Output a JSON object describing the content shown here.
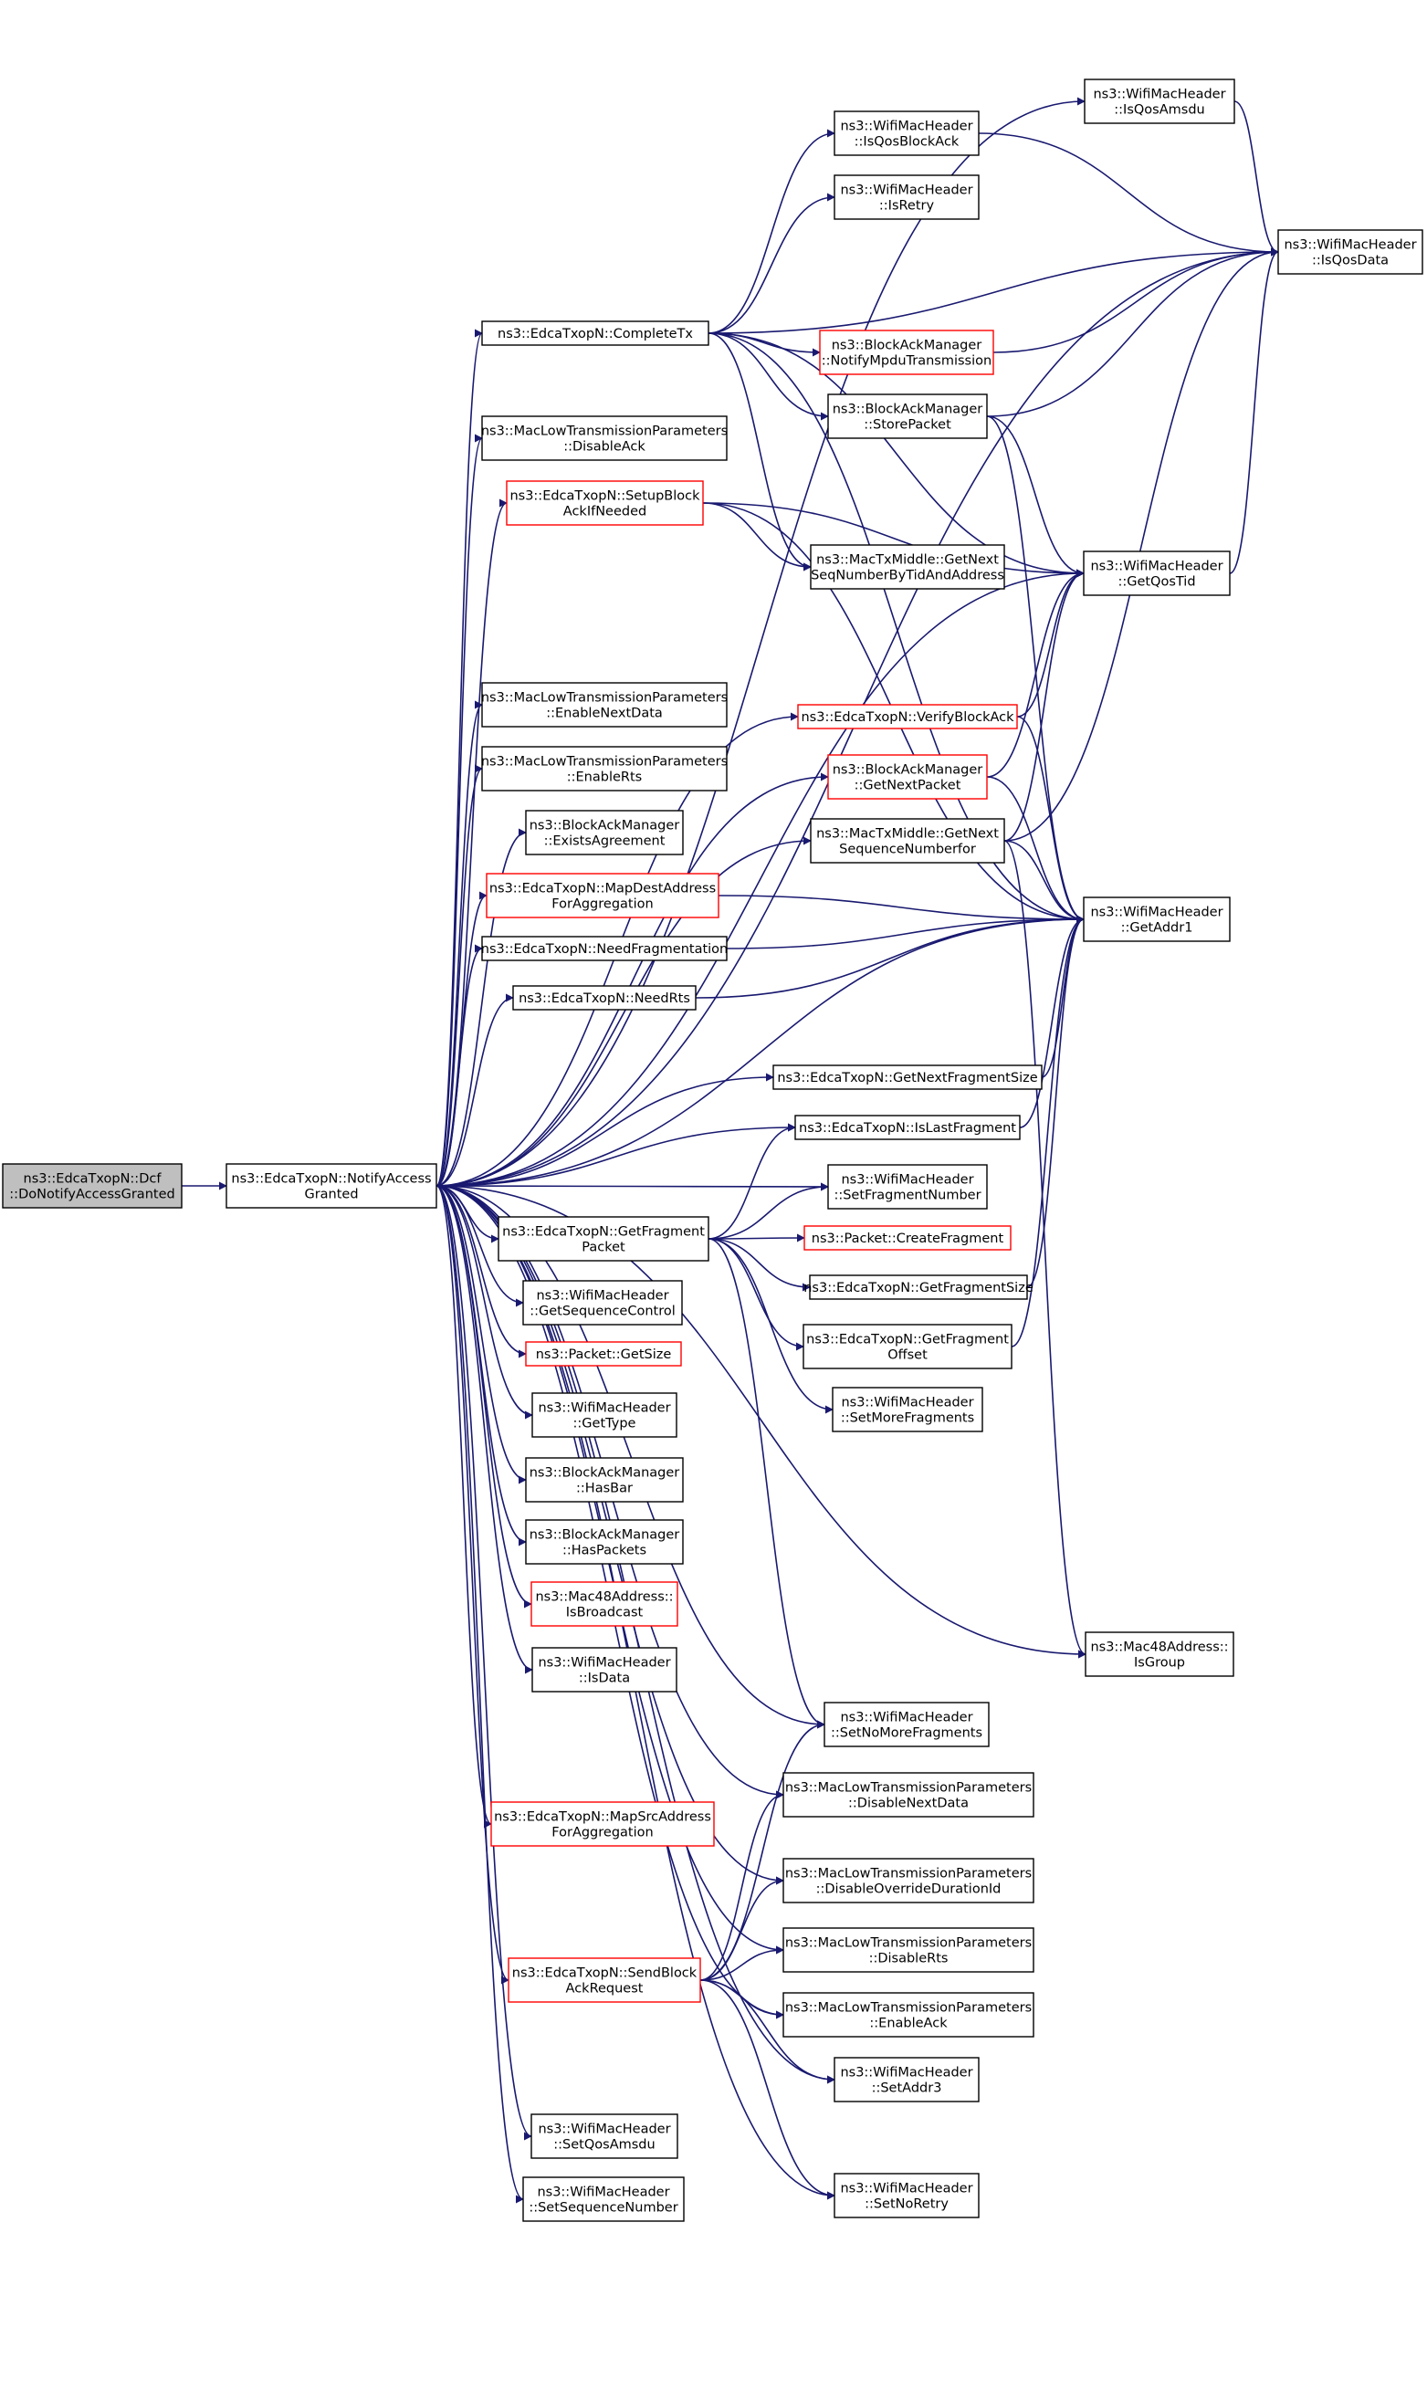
{
  "nodes": [
    {
      "id": "root",
      "lines": [
        "ns3::EdcaTxopN::Dcf",
        "::DoNotifyAccessGranted"
      ],
      "style": "root"
    },
    {
      "id": "nag",
      "lines": [
        "ns3::EdcaTxopN::NotifyAccess",
        "Granted"
      ],
      "style": "normal"
    },
    {
      "id": "isqosamsdu",
      "lines": [
        "ns3::WifiMacHeader",
        "::IsQosAmsdu"
      ],
      "style": "normal"
    },
    {
      "id": "isqosblockack",
      "lines": [
        "ns3::WifiMacHeader",
        "::IsQosBlockAck"
      ],
      "style": "normal"
    },
    {
      "id": "isretry",
      "lines": [
        "ns3::WifiMacHeader",
        "::IsRetry"
      ],
      "style": "normal"
    },
    {
      "id": "isqosdata",
      "lines": [
        "ns3::WifiMacHeader",
        "::IsQosData"
      ],
      "style": "normal"
    },
    {
      "id": "completetx",
      "lines": [
        "ns3::EdcaTxopN::CompleteTx"
      ],
      "style": "normal"
    },
    {
      "id": "notifympdu",
      "lines": [
        "ns3::BlockAckManager",
        "::NotifyMpduTransmission"
      ],
      "style": "red"
    },
    {
      "id": "storepacket",
      "lines": [
        "ns3::BlockAckManager",
        "::StorePacket"
      ],
      "style": "normal"
    },
    {
      "id": "disableack",
      "lines": [
        "ns3::MacLowTransmissionParameters",
        "::DisableAck"
      ],
      "style": "normal"
    },
    {
      "id": "setupblockack",
      "lines": [
        "ns3::EdcaTxopN::SetupBlock",
        "AckIfNeeded"
      ],
      "style": "red"
    },
    {
      "id": "getnextseqbytid",
      "lines": [
        "ns3::MacTxMiddle::GetNext",
        "SeqNumberByTidAndAddress"
      ],
      "style": "normal"
    },
    {
      "id": "getqostid",
      "lines": [
        "ns3::WifiMacHeader",
        "::GetQosTid"
      ],
      "style": "normal"
    },
    {
      "id": "enablenextdata",
      "lines": [
        "ns3::MacLowTransmissionParameters",
        "::EnableNextData"
      ],
      "style": "normal"
    },
    {
      "id": "verifyblockack",
      "lines": [
        "ns3::EdcaTxopN::VerifyBlockAck"
      ],
      "style": "red"
    },
    {
      "id": "enablerts",
      "lines": [
        "ns3::MacLowTransmissionParameters",
        "::EnableRts"
      ],
      "style": "normal"
    },
    {
      "id": "getnextpacket",
      "lines": [
        "ns3::BlockAckManager",
        "::GetNextPacket"
      ],
      "style": "red"
    },
    {
      "id": "existsagreement",
      "lines": [
        "ns3::BlockAckManager",
        "::ExistsAgreement"
      ],
      "style": "normal"
    },
    {
      "id": "getnextseqfor",
      "lines": [
        "ns3::MacTxMiddle::GetNext",
        "SequenceNumberfor"
      ],
      "style": "normal"
    },
    {
      "id": "mapdest",
      "lines": [
        "ns3::EdcaTxopN::MapDestAddress",
        "ForAggregation"
      ],
      "style": "red"
    },
    {
      "id": "getaddr1",
      "lines": [
        "ns3::WifiMacHeader",
        "::GetAddr1"
      ],
      "style": "normal"
    },
    {
      "id": "needfrag",
      "lines": [
        "ns3::EdcaTxopN::NeedFragmentation"
      ],
      "style": "normal"
    },
    {
      "id": "needrts",
      "lines": [
        "ns3::EdcaTxopN::NeedRts"
      ],
      "style": "normal"
    },
    {
      "id": "getnextfragsize",
      "lines": [
        "ns3::EdcaTxopN::GetNextFragmentSize"
      ],
      "style": "normal"
    },
    {
      "id": "islastfrag",
      "lines": [
        "ns3::EdcaTxopN::IsLastFragment"
      ],
      "style": "normal"
    },
    {
      "id": "setfragnum",
      "lines": [
        "ns3::WifiMacHeader",
        "::SetFragmentNumber"
      ],
      "style": "normal"
    },
    {
      "id": "getfragpacket",
      "lines": [
        "ns3::EdcaTxopN::GetFragment",
        "Packet"
      ],
      "style": "normal"
    },
    {
      "id": "createfrag",
      "lines": [
        "ns3::Packet::CreateFragment"
      ],
      "style": "red"
    },
    {
      "id": "getseqctrl",
      "lines": [
        "ns3::WifiMacHeader",
        "::GetSequenceControl"
      ],
      "style": "normal"
    },
    {
      "id": "getfragsize",
      "lines": [
        "ns3::EdcaTxopN::GetFragmentSize"
      ],
      "style": "normal"
    },
    {
      "id": "getfragoffset",
      "lines": [
        "ns3::EdcaTxopN::GetFragment",
        "Offset"
      ],
      "style": "normal"
    },
    {
      "id": "getsize",
      "lines": [
        "ns3::Packet::GetSize"
      ],
      "style": "red"
    },
    {
      "id": "gettype",
      "lines": [
        "ns3::WifiMacHeader",
        "::GetType"
      ],
      "style": "normal"
    },
    {
      "id": "setmorefrags",
      "lines": [
        "ns3::WifiMacHeader",
        "::SetMoreFragments"
      ],
      "style": "normal"
    },
    {
      "id": "hasbar",
      "lines": [
        "ns3::BlockAckManager",
        "::HasBar"
      ],
      "style": "normal"
    },
    {
      "id": "haspackets",
      "lines": [
        "ns3::BlockAckManager",
        "::HasPackets"
      ],
      "style": "normal"
    },
    {
      "id": "isbroadcast",
      "lines": [
        "ns3::Mac48Address::",
        "IsBroadcast"
      ],
      "style": "red"
    },
    {
      "id": "isgroup",
      "lines": [
        "ns3::Mac48Address::",
        "IsGroup"
      ],
      "style": "normal"
    },
    {
      "id": "isdata",
      "lines": [
        "ns3::WifiMacHeader",
        "::IsData"
      ],
      "style": "normal"
    },
    {
      "id": "setnomorefrags",
      "lines": [
        "ns3::WifiMacHeader",
        "::SetNoMoreFragments"
      ],
      "style": "normal"
    },
    {
      "id": "disablenextdata",
      "lines": [
        "ns3::MacLowTransmissionParameters",
        "::DisableNextData"
      ],
      "style": "normal"
    },
    {
      "id": "mapsrc",
      "lines": [
        "ns3::EdcaTxopN::MapSrcAddress",
        "ForAggregation"
      ],
      "style": "red"
    },
    {
      "id": "disableoverride",
      "lines": [
        "ns3::MacLowTransmissionParameters",
        "::DisableOverrideDurationId"
      ],
      "style": "normal"
    },
    {
      "id": "disablerts",
      "lines": [
        "ns3::MacLowTransmissionParameters",
        "::DisableRts"
      ],
      "style": "normal"
    },
    {
      "id": "sendbar",
      "lines": [
        "ns3::EdcaTxopN::SendBlock",
        "AckRequest"
      ],
      "style": "red"
    },
    {
      "id": "enableack",
      "lines": [
        "ns3::MacLowTransmissionParameters",
        "::EnableAck"
      ],
      "style": "normal"
    },
    {
      "id": "setaddr3",
      "lines": [
        "ns3::WifiMacHeader",
        "::SetAddr3"
      ],
      "style": "normal"
    },
    {
      "id": "setqosamsdu",
      "lines": [
        "ns3::WifiMacHeader",
        "::SetQosAmsdu"
      ],
      "style": "normal"
    },
    {
      "id": "setnoretry",
      "lines": [
        "ns3::WifiMacHeader",
        "::SetNoRetry"
      ],
      "style": "normal"
    },
    {
      "id": "setseqnum",
      "lines": [
        "ns3::WifiMacHeader",
        "::SetSequenceNumber"
      ],
      "style": "normal"
    }
  ],
  "edges": [
    [
      "root",
      "nag"
    ],
    [
      "nag",
      "completetx"
    ],
    [
      "nag",
      "disableack"
    ],
    [
      "nag",
      "setupblockack"
    ],
    [
      "nag",
      "enablenextdata"
    ],
    [
      "nag",
      "verifyblockack"
    ],
    [
      "nag",
      "enablerts"
    ],
    [
      "nag",
      "getnextpacket"
    ],
    [
      "nag",
      "existsagreement"
    ],
    [
      "nag",
      "getnextseqfor"
    ],
    [
      "nag",
      "mapdest"
    ],
    [
      "nag",
      "getaddr1"
    ],
    [
      "nag",
      "needfrag"
    ],
    [
      "nag",
      "needrts"
    ],
    [
      "nag",
      "getnextfragsize"
    ],
    [
      "nag",
      "islastfrag"
    ],
    [
      "nag",
      "setfragnum"
    ],
    [
      "nag",
      "getfragpacket"
    ],
    [
      "nag",
      "getseqctrl"
    ],
    [
      "nag",
      "getsize"
    ],
    [
      "nag",
      "gettype"
    ],
    [
      "nag",
      "hasbar"
    ],
    [
      "nag",
      "haspackets"
    ],
    [
      "nag",
      "isbroadcast"
    ],
    [
      "nag",
      "isdata"
    ],
    [
      "nag",
      "isqosamsdu"
    ],
    [
      "nag",
      "isqosdata"
    ],
    [
      "nag",
      "isgroup"
    ],
    [
      "nag",
      "setnomorefrags"
    ],
    [
      "nag",
      "disablenextdata"
    ],
    [
      "nag",
      "mapsrc"
    ],
    [
      "nag",
      "disableoverride"
    ],
    [
      "nag",
      "disablerts"
    ],
    [
      "nag",
      "sendbar"
    ],
    [
      "nag",
      "enableack"
    ],
    [
      "nag",
      "setaddr3"
    ],
    [
      "nag",
      "setqosamsdu"
    ],
    [
      "nag",
      "setnoretry"
    ],
    [
      "nag",
      "setseqnum"
    ],
    [
      "nag",
      "getqostid"
    ],
    [
      "completetx",
      "isqosblockack"
    ],
    [
      "completetx",
      "isretry"
    ],
    [
      "completetx",
      "isqosdata"
    ],
    [
      "completetx",
      "notifympdu"
    ],
    [
      "completetx",
      "storepacket"
    ],
    [
      "completetx",
      "getnextseqbytid"
    ],
    [
      "completetx",
      "getqostid"
    ],
    [
      "completetx",
      "getaddr1"
    ],
    [
      "isqosamsdu",
      "isqosdata"
    ],
    [
      "isqosblockack",
      "isqosdata"
    ],
    [
      "notifympdu",
      "isqosdata"
    ],
    [
      "storepacket",
      "isqosdata"
    ],
    [
      "storepacket",
      "getqostid"
    ],
    [
      "storepacket",
      "getaddr1"
    ],
    [
      "setupblockack",
      "getnextseqbytid"
    ],
    [
      "setupblockack",
      "getqostid"
    ],
    [
      "setupblockack",
      "getaddr1"
    ],
    [
      "verifyblockack",
      "getqostid"
    ],
    [
      "verifyblockack",
      "getaddr1"
    ],
    [
      "getnextpacket",
      "getqostid"
    ],
    [
      "getnextpacket",
      "getaddr1"
    ],
    [
      "getnextseqfor",
      "getqostid"
    ],
    [
      "getnextseqfor",
      "getaddr1"
    ],
    [
      "getnextseqfor",
      "isqosdata"
    ],
    [
      "getnextseqfor",
      "isgroup"
    ],
    [
      "getqostid",
      "isqosdata"
    ],
    [
      "mapdest",
      "getaddr1"
    ],
    [
      "needfrag",
      "getaddr1"
    ],
    [
      "needrts",
      "getaddr1"
    ],
    [
      "getnextfragsize",
      "getaddr1"
    ],
    [
      "islastfrag",
      "getaddr1"
    ],
    [
      "getfragpacket",
      "islastfrag"
    ],
    [
      "getfragpacket",
      "setfragnum"
    ],
    [
      "getfragpacket",
      "createfrag"
    ],
    [
      "getfragpacket",
      "getfragsize"
    ],
    [
      "getfragpacket",
      "getfragoffset"
    ],
    [
      "getfragpacket",
      "setmorefrags"
    ],
    [
      "getfragpacket",
      "setnomorefrags"
    ],
    [
      "getfragsize",
      "getaddr1"
    ],
    [
      "getfragoffset",
      "getaddr1"
    ],
    [
      "sendbar",
      "setnomorefrags"
    ],
    [
      "sendbar",
      "disablenextdata"
    ],
    [
      "sendbar",
      "disableoverride"
    ],
    [
      "sendbar",
      "disablerts"
    ],
    [
      "sendbar",
      "enableack"
    ],
    [
      "sendbar",
      "setaddr3"
    ],
    [
      "sendbar",
      "setnoretry"
    ]
  ]
}
